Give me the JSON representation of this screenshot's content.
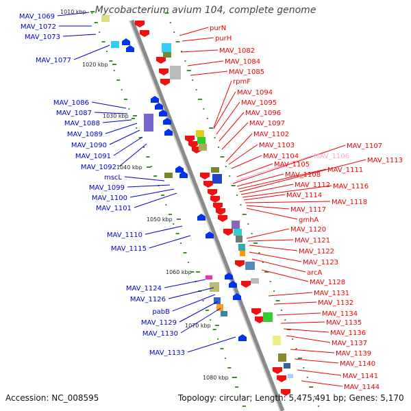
{
  "title": "Mycobacterium avium 104, complete genome",
  "footer": {
    "accession": "Accession: NC_008595",
    "topology": "Topology: circular; Length: 5,475,491 bp; Genes: 5,170"
  },
  "colors": {
    "backbone": "#8a8a8a",
    "tick": "#3a8f2a",
    "reverse_strand_label": "#0000cc",
    "forward_strand_label": "#ee0000",
    "faded_label": "#ffaacc"
  },
  "kbp_ticks": [
    "1010 kbp",
    "1020 kbp",
    "1030 kbp",
    "1040 kbp",
    "1050 kbp",
    "1060 kbp",
    "1070 kbp",
    "1080 kbp"
  ],
  "left_labels": [
    "MAV_1069",
    "MAV_1072",
    "MAV_1073",
    "MAV_1077",
    "MAV_1086",
    "MAV_1087",
    "MAV_1088",
    "MAV_1089",
    "MAV_1090",
    "MAV_1091",
    "MAV_1092",
    "mscL",
    "MAV_1099",
    "MAV_1100",
    "MAV_1101",
    "MAV_1110",
    "MAV_1115",
    "MAV_1124",
    "MAV_1126",
    "pabB",
    "MAV_1129",
    "MAV_1130",
    "MAV_1133"
  ],
  "right_labels": [
    "purN",
    "purH",
    "MAV_1082",
    "MAV_1084",
    "MAV_1085",
    "rpmF",
    "MAV_1094",
    "MAV_1095",
    "MAV_1096",
    "MAV_1097",
    "MAV_1102",
    "MAV_1103",
    "MAV_1104",
    "MAV_1105",
    "MAV_1106",
    "MAV_1107",
    "MAV_1108",
    "MAV_1111",
    "MAV_1113",
    "MAV_1112",
    "MAV_1116",
    "MAV_1114",
    "MAV_1118",
    "MAV_1117",
    "gmhA",
    "MAV_1120",
    "MAV_1121",
    "MAV_1122",
    "MAV_1123",
    "arcA",
    "MAV_1128",
    "MAV_1131",
    "MAV_1132",
    "MAV_1134",
    "MAV_1135",
    "MAV_1136",
    "MAV_1137",
    "MAV_1139",
    "MAV_1140",
    "MAV_1141",
    "MAV_1144"
  ]
}
